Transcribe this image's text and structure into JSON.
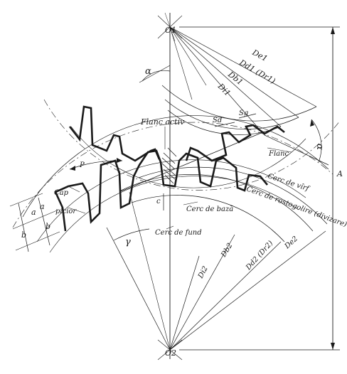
{
  "labels": {
    "o1": "O1",
    "o2": "O2",
    "de1": "De1",
    "dd1": "Dd1 (Dr1)",
    "db1": "Db1",
    "di1": "Di1",
    "alpha_top": "α",
    "alpha_right": "α",
    "sd": "Sd",
    "sg": "Sg",
    "flanc_activ": "Flanc activ",
    "flanc": "Flanc",
    "p": "P",
    "cap": "Cap",
    "picior": "picior",
    "a1": "a",
    "b1": "b",
    "a2": "a",
    "b2": "b",
    "c": "c",
    "gamma": "γ",
    "a_dim": "A",
    "cerc_de_baza": "Cerc de bază",
    "cerc_de_fund": "Cerc de fund",
    "cerc_de_rostogolire": "Cerc de rostogolire (divizare)",
    "cerc_de_virf": "Cerc de vîrf",
    "di2": "Di2",
    "db2": "Db2",
    "dd2": "Dd2 (Dr2)",
    "de2": "De2"
  },
  "colors": {
    "ink": "#1a1a1a",
    "paper": "#ffffff"
  }
}
